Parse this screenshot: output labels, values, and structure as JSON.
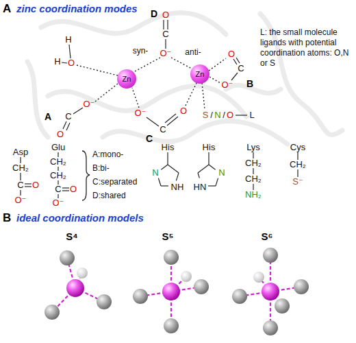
{
  "diagram": {
    "nodes": [
      {
        "text": [
          "Zn"
        ]
      },
      {
        "text": [
          "Zn"
        ]
      }
    ],
    "labels": [
      "A",
      "zinc coordination modes",
      "H",
      "H",
      "O",
      "O⁻",
      "C",
      "O",
      "A",
      "D",
      "O",
      "C",
      "O⁻",
      "syn-",
      "anti-",
      "O",
      "C",
      "O⁻",
      "B",
      "O⁻",
      "O",
      "C",
      "C",
      "S",
      "/",
      "N",
      "/",
      "O",
      "L",
      "L: the small molecule ligands with potential coordination atoms: O,N or S",
      "Asp",
      "CH₂",
      "C",
      "O",
      "O⁻",
      "Glu",
      "CH₂",
      "CH₂",
      "C",
      "O",
      "O⁻",
      "A:mono-",
      "B:bi-",
      "C:separated",
      "D:shared",
      "His",
      "N",
      "NH",
      "His",
      "HN",
      "N",
      "Lys",
      "CH₂",
      "CH₂",
      "NH₂",
      "Cys",
      "CH₂",
      "S⁻",
      "B",
      "ideal coordination models",
      "S⁴",
      "S⁵",
      "S⁶"
    ]
  }
}
